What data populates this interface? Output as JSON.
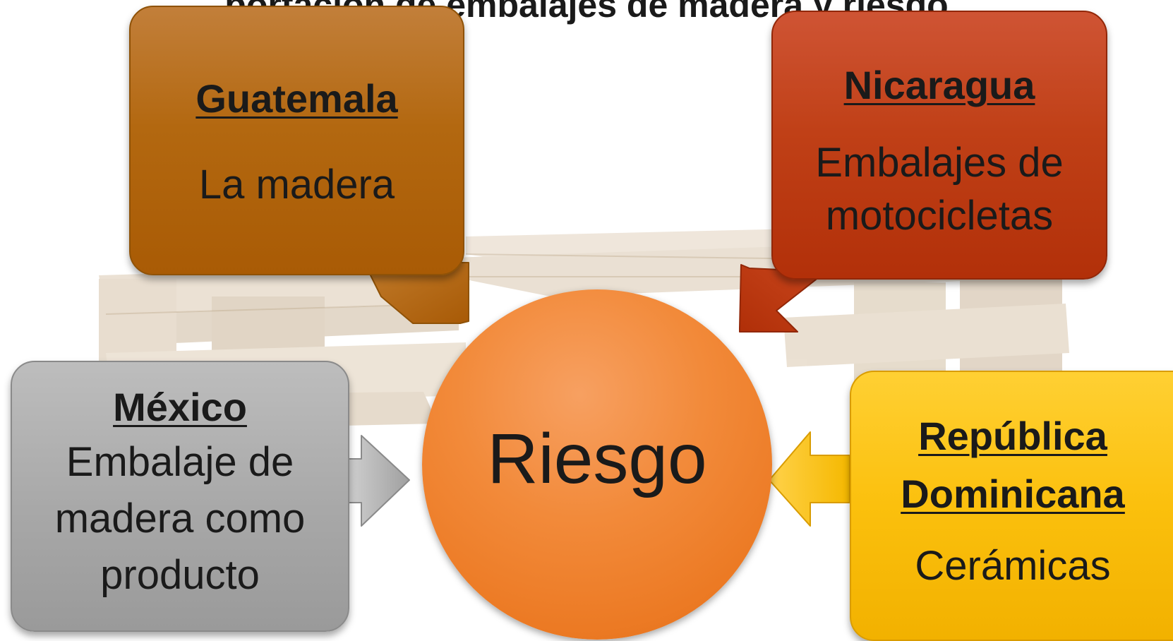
{
  "title_partial": "…portación de embalajes de madera y riesgo…",
  "center": {
    "label": "Riesgo",
    "color": "#f28a3a"
  },
  "boxes": {
    "guatemala": {
      "heading": "Guatemala",
      "desc": "La madera",
      "color": "#b36810"
    },
    "nicaragua": {
      "heading": "Nicaragua",
      "desc_lines": [
        "Embalajes de",
        "motocicletas"
      ],
      "color": "#c04017"
    },
    "mexico": {
      "heading": "México",
      "desc_lines": [
        "Embalaje de",
        "madera como",
        "producto"
      ],
      "color": "#a8a8a8"
    },
    "republica": {
      "heading_lines": [
        "República",
        "Dominicana"
      ],
      "desc": "Cerámicas",
      "color": "#fbc00d"
    }
  },
  "background": {
    "image": "wooden-pallet"
  }
}
